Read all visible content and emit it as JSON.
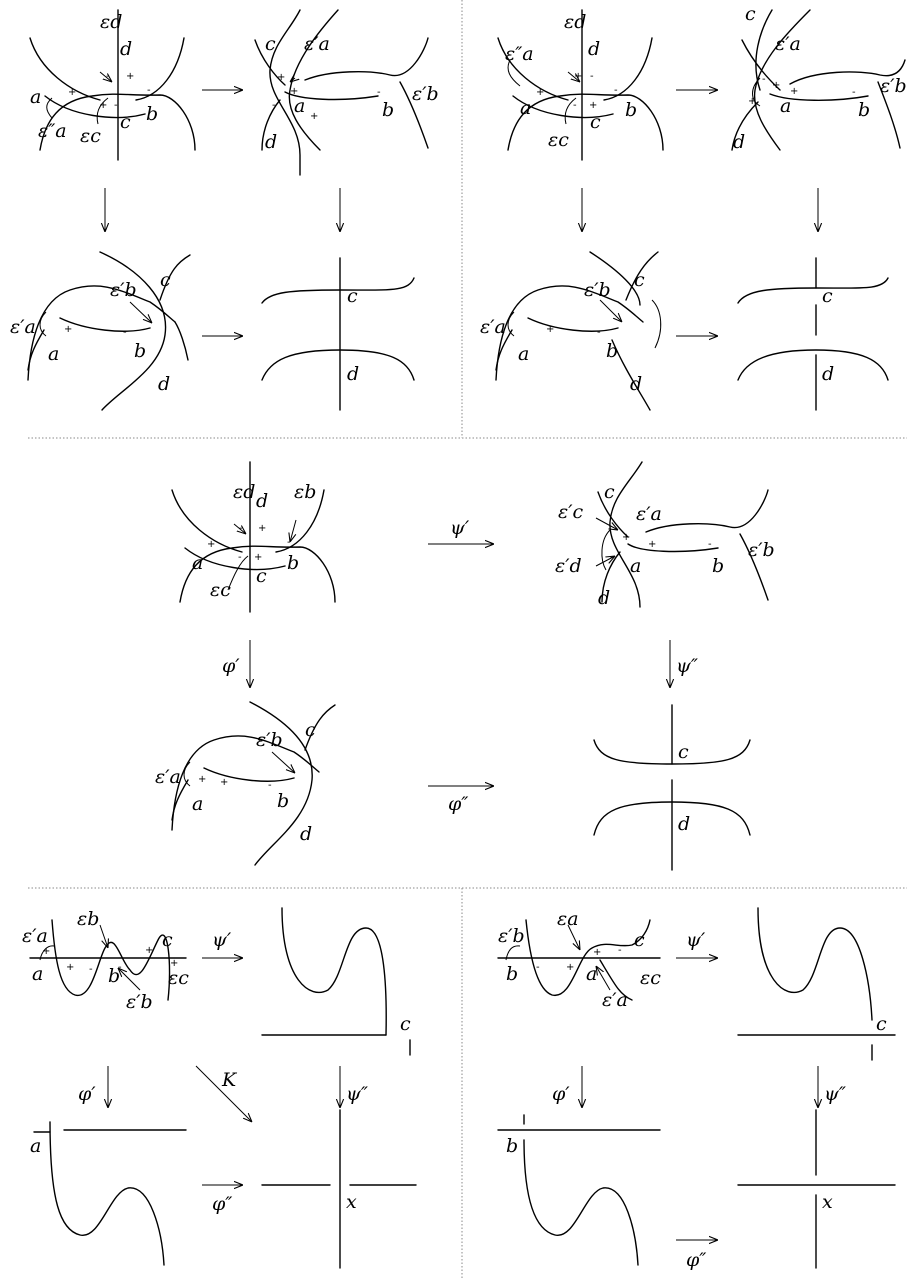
{
  "labels": {
    "a": "a",
    "b": "b",
    "c": "c",
    "d": "d",
    "x": "x",
    "eps_d": "εd",
    "eps_c": "εc",
    "eps_b": "εb",
    "eps_a": "εa",
    "eps_a1": "ε′a",
    "eps_b1": "ε′b",
    "eps_c1": "ε′c",
    "eps_d1": "ε′d",
    "eps_a2": "ε″a",
    "plus": "+",
    "minus": "-"
  },
  "maps": {
    "psi1": "ψ′",
    "psi2": "ψ″",
    "phi1": "φ′",
    "phi2": "φ″",
    "K": "K"
  }
}
